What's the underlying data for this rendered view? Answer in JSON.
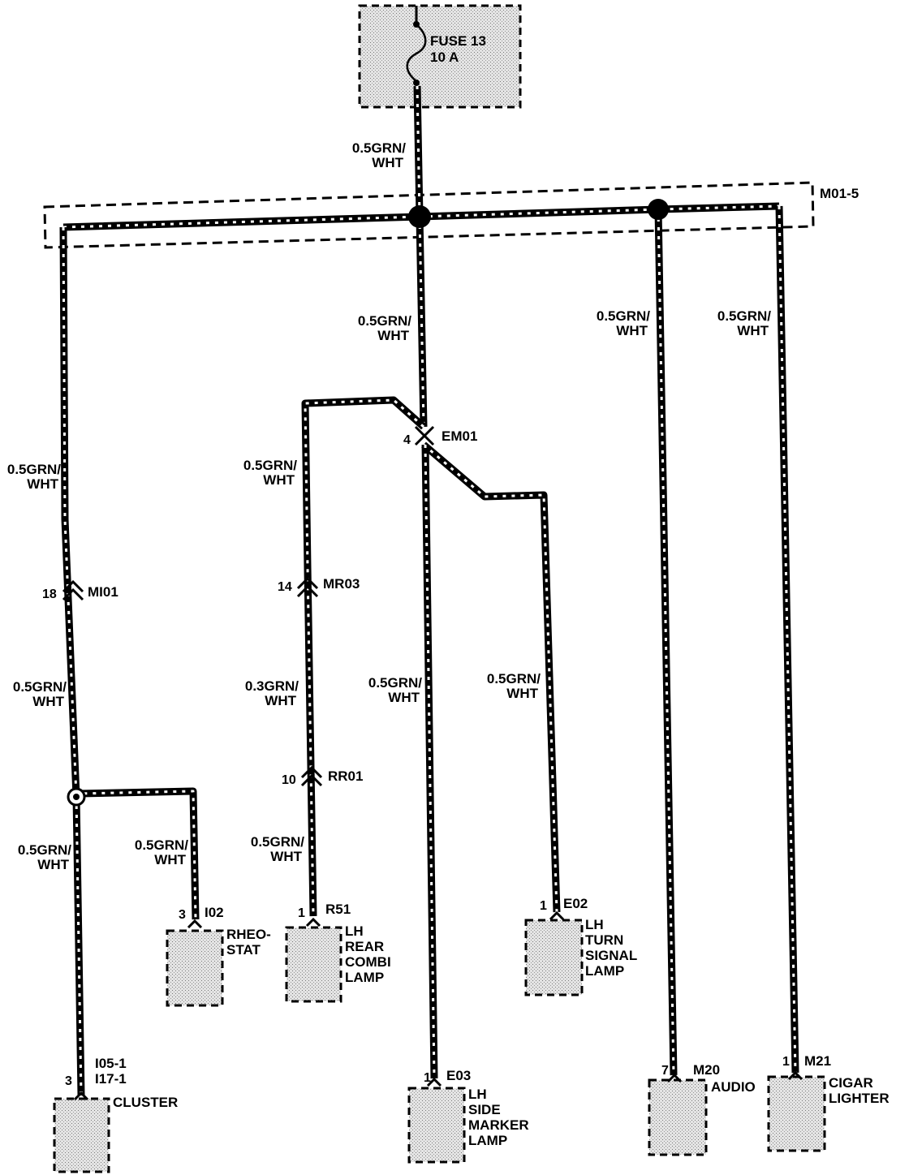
{
  "fuse": {
    "name": "FUSE 13",
    "rating": "10 A"
  },
  "splice": {
    "name": "M01-5"
  },
  "wire_labels": [
    {
      "line1": "0.5GRN/",
      "line2": "WHT"
    },
    {
      "line1": "0.5GRN/",
      "line2": "WHT"
    },
    {
      "line1": "0.5GRN/",
      "line2": "WHT"
    },
    {
      "line1": "0.5GRN/",
      "line2": "WHT"
    },
    {
      "line1": "0.5GRN/",
      "line2": "WHT"
    },
    {
      "line1": "0.5GRN/",
      "line2": "WHT"
    },
    {
      "line1": "0.5GRN/",
      "line2": "WHT"
    },
    {
      "line1": "0.5GRN/",
      "line2": "WHT"
    },
    {
      "line1": "0.5GRN/",
      "line2": "WHT"
    },
    {
      "line1": "0.3GRN/",
      "line2": "WHT"
    },
    {
      "line1": "0.5GRN/",
      "line2": "WHT"
    },
    {
      "line1": "0.5GRN/",
      "line2": "WHT"
    },
    {
      "line1": "0.5GRN/",
      "line2": "WHT"
    }
  ],
  "inline_connectors": [
    {
      "pin": "4",
      "name": "EM01"
    },
    {
      "pin": "18",
      "name": "MI01"
    },
    {
      "pin": "14",
      "name": "MR03"
    },
    {
      "pin": "10",
      "name": "RR01"
    }
  ],
  "components": [
    {
      "pin": "3",
      "connector": "I02",
      "label_lines": [
        "RHEO-",
        "STAT"
      ]
    },
    {
      "pin": "1",
      "connector": "R51",
      "label_lines": [
        "LH",
        "REAR",
        "COMBI",
        "LAMP"
      ]
    },
    {
      "pin": "1",
      "connector": "E02",
      "label_lines": [
        "LH",
        "TURN",
        "SIGNAL",
        "LAMP"
      ]
    },
    {
      "pin": "3",
      "connector_lines": [
        "I05-1",
        "I17-1"
      ],
      "label_lines": [
        "CLUSTER"
      ]
    },
    {
      "pin": "1",
      "connector": "E03",
      "label_lines": [
        "LH",
        "SIDE",
        "MARKER",
        "LAMP"
      ]
    },
    {
      "pin": "7",
      "connector": "M20",
      "label_lines": [
        "AUDIO"
      ]
    },
    {
      "pin": "1",
      "connector": "M21",
      "label_lines": [
        "CIGAR",
        "LIGHTER"
      ]
    }
  ]
}
